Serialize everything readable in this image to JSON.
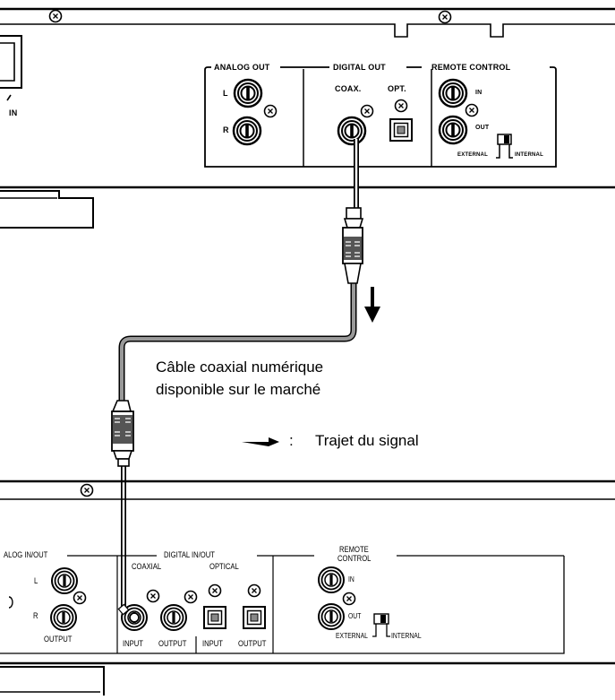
{
  "top_device": {
    "left_label": "IN",
    "analog_out": {
      "title": "ANALOG OUT",
      "left": "L",
      "right": "R"
    },
    "digital_out": {
      "title": "DIGITAL OUT",
      "coax": "COAX.",
      "opt": "OPT."
    },
    "remote_control": {
      "title": "REMOTE CONTROL",
      "in": "IN",
      "out": "OUT",
      "external": "EXTERNAL",
      "internal": "INTERNAL"
    }
  },
  "cable_label": {
    "line1": "Câble coaxial numérique",
    "line2": "disponible sur le marché"
  },
  "legend": {
    "separator": ":",
    "text": "Trajet du signal"
  },
  "bottom_device": {
    "analog_inout": {
      "title": "ALOG IN/OUT",
      "left": "L",
      "right": "R",
      "output": "OUTPUT"
    },
    "digital_inout": {
      "title": "DIGITAL IN/OUT",
      "coaxial": "COAXIAL",
      "optical": "OPTICAL",
      "coax_input": "INPUT",
      "coax_output": "OUTPUT",
      "opt_input": "INPUT",
      "opt_output": "OUTPUT"
    },
    "remote_control": {
      "title_line1": "REMOTE",
      "title_line2": "CONTROL",
      "in": "IN",
      "out": "OUT",
      "external": "EXTERNAL",
      "internal": "INTERNAL"
    }
  }
}
